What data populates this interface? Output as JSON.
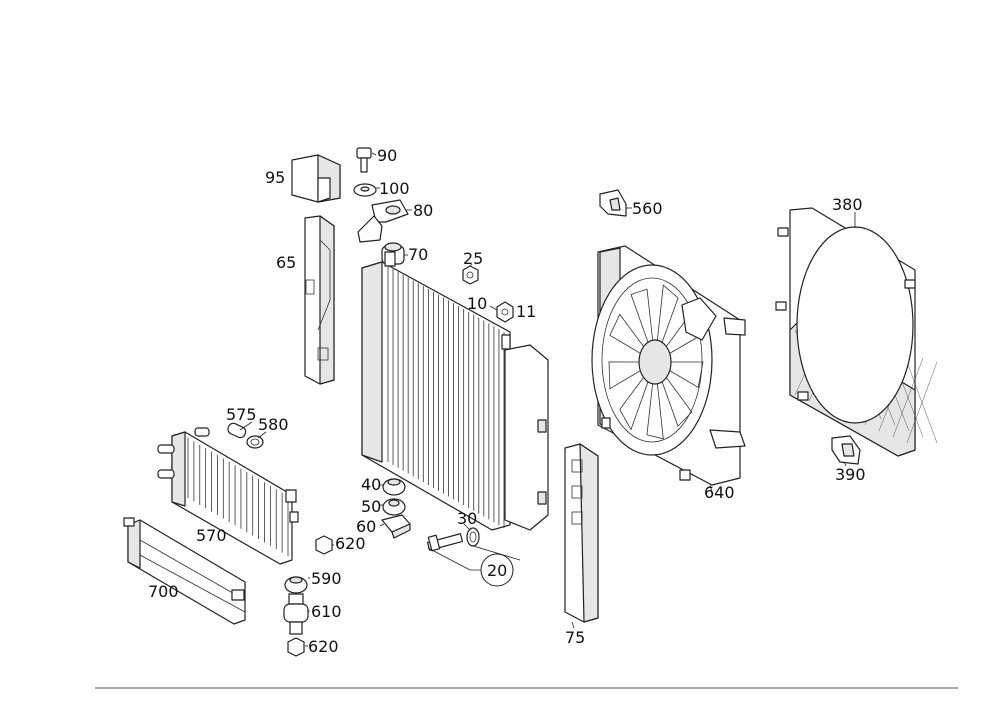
{
  "labels": {
    "l90": "90",
    "l100": "100",
    "l95": "95",
    "l80": "80",
    "l70": "70",
    "l65": "65",
    "l25": "25",
    "l10": "10",
    "l11": "11",
    "l560": "560",
    "l380": "380",
    "l640": "640",
    "l390": "390",
    "l575": "575",
    "l580": "580",
    "l570": "570",
    "l40": "40",
    "l50": "50",
    "l60": "60",
    "l30": "30",
    "l20": "20",
    "l620a": "620",
    "l590": "590",
    "l610": "610",
    "l620b": "620",
    "l700": "700",
    "l75": "75"
  }
}
